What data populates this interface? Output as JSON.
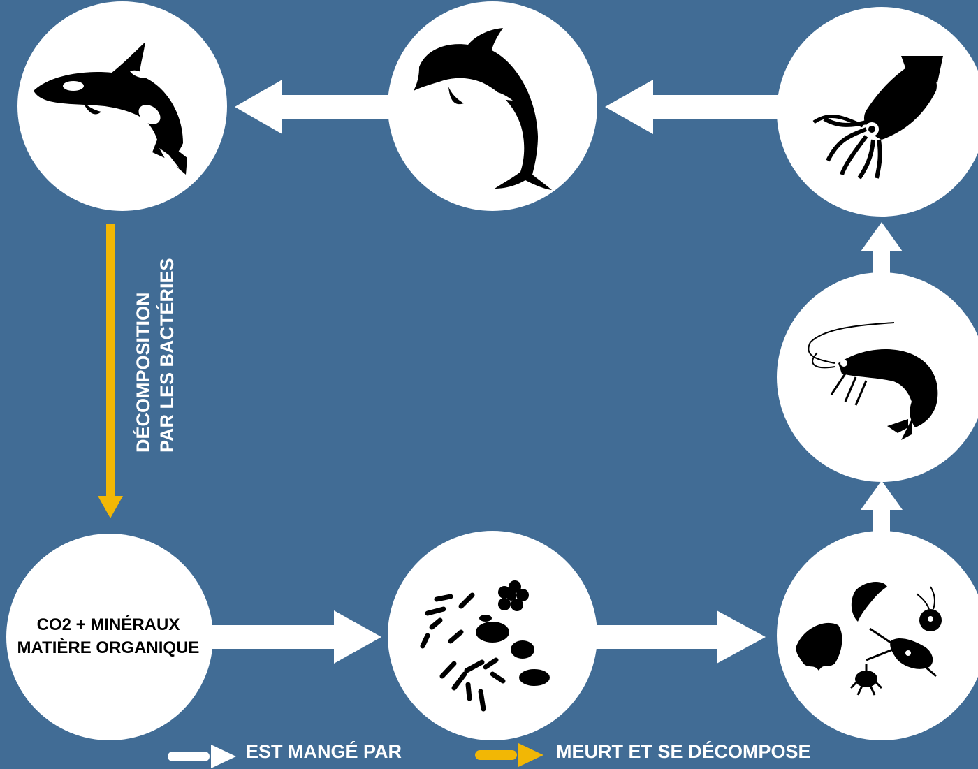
{
  "colors": {
    "background": "#416c95",
    "node_fill": "#ffffff",
    "eat_arrow": "#ffffff",
    "decompose_arrow": "#f2b705",
    "icon": "#000000"
  },
  "nodes": [
    {
      "id": "orca",
      "icon": "orca-icon"
    },
    {
      "id": "dolphin",
      "icon": "dolphin-icon"
    },
    {
      "id": "squid",
      "icon": "squid-icon"
    },
    {
      "id": "shrimp",
      "icon": "shrimp-icon"
    },
    {
      "id": "zooplankton",
      "icon": "zooplankton-icon"
    },
    {
      "id": "phytoplankton",
      "icon": "phytoplankton-icon"
    },
    {
      "id": "nutrients",
      "icon": null
    }
  ],
  "nutrients_node": {
    "line1": "CO2 + MINÉRAUX",
    "line2": "MATIÈRE ORGANIQUE"
  },
  "decomposition_label": {
    "line1": "DÉCOMPOSITION",
    "line2": "PAR LES BACTÉRIES"
  },
  "legend": {
    "eaten_by": "EST MANGÉ PAR",
    "dies_decomposes": "MEURT ET SE DÉCOMPOSE"
  }
}
